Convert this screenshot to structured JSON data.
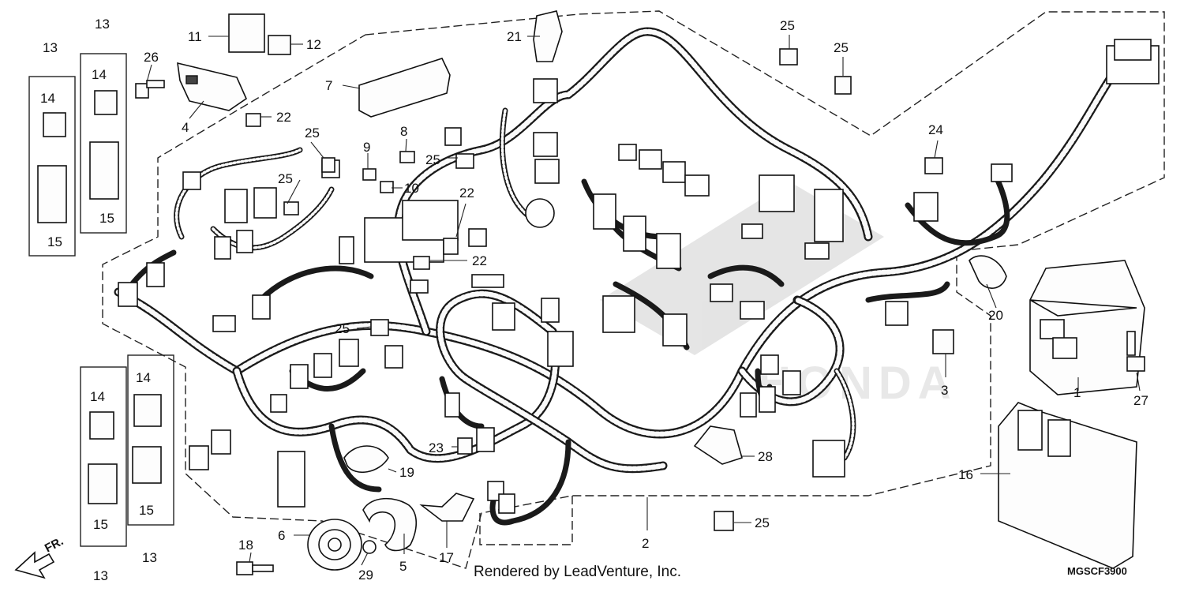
{
  "diagram": {
    "callouts": [
      {
        "id": "c1",
        "label": "1"
      },
      {
        "id": "c2",
        "label": "2"
      },
      {
        "id": "c3",
        "label": "3"
      },
      {
        "id": "c4",
        "label": "4"
      },
      {
        "id": "c5",
        "label": "5"
      },
      {
        "id": "c6",
        "label": "6"
      },
      {
        "id": "c7",
        "label": "7"
      },
      {
        "id": "c8",
        "label": "8"
      },
      {
        "id": "c9",
        "label": "9"
      },
      {
        "id": "c10",
        "label": "10"
      },
      {
        "id": "c11",
        "label": "11"
      },
      {
        "id": "c12",
        "label": "12"
      },
      {
        "id": "c13a",
        "label": "13"
      },
      {
        "id": "c13b",
        "label": "13"
      },
      {
        "id": "c13c",
        "label": "13"
      },
      {
        "id": "c13d",
        "label": "13"
      },
      {
        "id": "c14a",
        "label": "14"
      },
      {
        "id": "c14b",
        "label": "14"
      },
      {
        "id": "c14c",
        "label": "14"
      },
      {
        "id": "c14d",
        "label": "14"
      },
      {
        "id": "c15a",
        "label": "15"
      },
      {
        "id": "c15b",
        "label": "15"
      },
      {
        "id": "c15c",
        "label": "15"
      },
      {
        "id": "c15d",
        "label": "15"
      },
      {
        "id": "c16",
        "label": "16"
      },
      {
        "id": "c17",
        "label": "17"
      },
      {
        "id": "c18",
        "label": "18"
      },
      {
        "id": "c19",
        "label": "19"
      },
      {
        "id": "c20",
        "label": "20"
      },
      {
        "id": "c21",
        "label": "21"
      },
      {
        "id": "c22a",
        "label": "22"
      },
      {
        "id": "c22b",
        "label": "22"
      },
      {
        "id": "c22c",
        "label": "22"
      },
      {
        "id": "c23",
        "label": "23"
      },
      {
        "id": "c24",
        "label": "24"
      },
      {
        "id": "c25a",
        "label": "25"
      },
      {
        "id": "c25b",
        "label": "25"
      },
      {
        "id": "c25c",
        "label": "25"
      },
      {
        "id": "c25d",
        "label": "25"
      },
      {
        "id": "c25e",
        "label": "25"
      },
      {
        "id": "c25f",
        "label": "25"
      },
      {
        "id": "c25g",
        "label": "25"
      },
      {
        "id": "c26",
        "label": "26"
      },
      {
        "id": "c27",
        "label": "27"
      },
      {
        "id": "c28",
        "label": "28"
      },
      {
        "id": "c29",
        "label": "29"
      }
    ],
    "direction_label": "FR.",
    "footer_text": "Rendered by LeadVenture, Inc.",
    "diagram_code": "MGSCF3900",
    "watermark": "HONDA"
  }
}
